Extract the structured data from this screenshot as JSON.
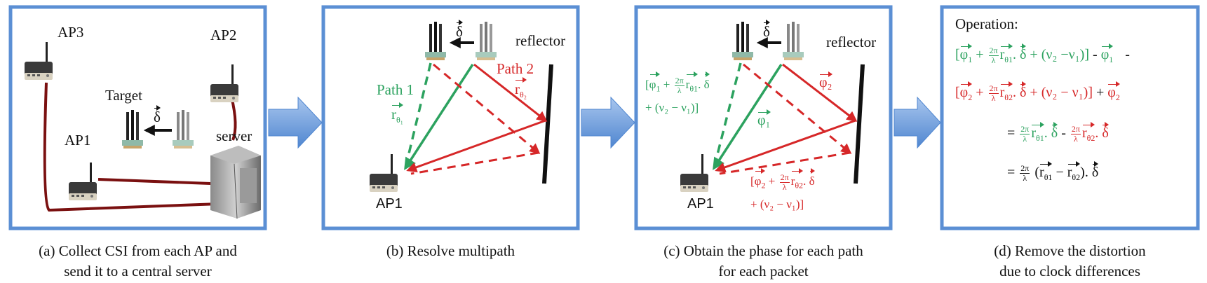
{
  "panels": [
    {
      "caption_lines": [
        "(a) Collect CSI from each AP and",
        "send it to a central server"
      ],
      "labels": {
        "ap3": "AP3",
        "ap2": "AP2",
        "ap1": "AP1",
        "target": "Target",
        "server": "server",
        "delta": "δ"
      }
    },
    {
      "caption_lines": [
        "(b) Resolve multipath"
      ],
      "labels": {
        "delta": "δ",
        "reflector": "reflector",
        "path1": "Path 1",
        "path2": "Path 2",
        "r1": "r",
        "r1_sub": "θ₁",
        "r2": "r",
        "r2_sub": "θ₂",
        "ap1": "AP1"
      }
    },
    {
      "caption_lines": [
        "(c) Obtain the phase for each path",
        "for each packet"
      ],
      "labels": {
        "delta": "δ",
        "reflector": "reflector",
        "phi1": "φ₁",
        "phi2": "φ₂",
        "ap1": "AP1"
      }
    },
    {
      "caption_lines": [
        "(d) Remove the distortion",
        "due to clock differences"
      ],
      "labels": {
        "operation": "Operation:"
      }
    }
  ],
  "math": {
    "phi": "φ",
    "sub1": "1",
    "sub2": "2",
    "r": "r",
    "theta1": "θ1",
    "theta2": "θ2",
    "delta": "δ",
    "two_pi": "2π",
    "lambda": "λ",
    "dot": ".",
    "plus": "+",
    "minus": "-",
    "eq": "=",
    "nu2_minus_nu1": "(ν₂ −ν₁)",
    "nu2_minus_nu1_b": "(ν₂ − ν₁)",
    "bracket_open": "[",
    "bracket_close": "]",
    "paren_open": "(",
    "paren_close": ")"
  },
  "colors": {
    "frame": "#5b8fd4",
    "arrow": "#6fa0dc",
    "green": "#2ca25f",
    "red": "#d62728",
    "cable": "#7a1010"
  }
}
